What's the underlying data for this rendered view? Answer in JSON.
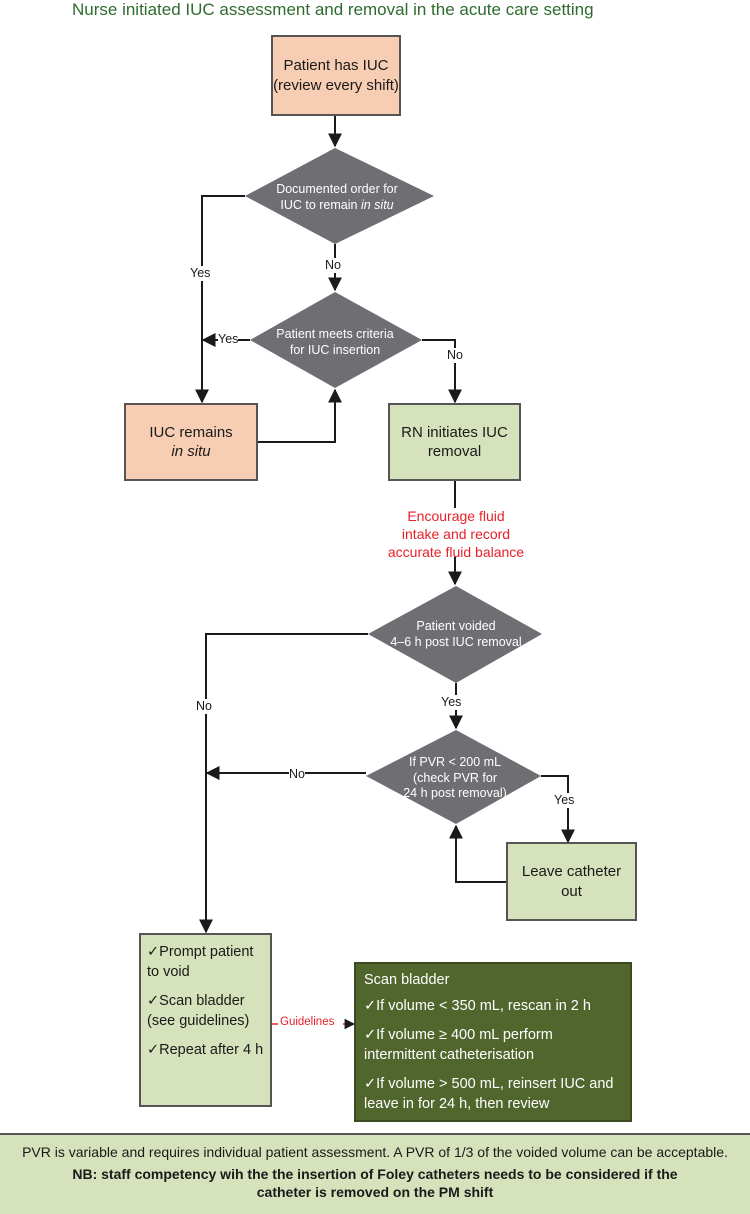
{
  "title": "Nurse initiated IUC assessment and removal in the acute care setting",
  "nodes": {
    "start": [
      "Patient has IUC",
      "(review every shift)"
    ],
    "documented_order": [
      "Documented order for",
      "IUC to remain ",
      "in situ"
    ],
    "meets_criteria": [
      "Patient meets criteria",
      "for IUC insertion"
    ],
    "iuc_remains": [
      "IUC remains",
      "in situ"
    ],
    "rn_removal": [
      "RN initiates IUC",
      "removal"
    ],
    "fluid_note": [
      "Encourage fluid",
      "intake and record",
      "accurate fluid balance"
    ],
    "voided": [
      "Patient voided",
      "4–6 h post IUC removal"
    ],
    "pvr_check": [
      "If PVR < 200 mL",
      "(check PVR for",
      "24 h  post removal)"
    ],
    "leave_out": [
      "Leave catheter",
      "out"
    ]
  },
  "prompt_list": [
    "✓Prompt patient to void",
    "✓Scan bladder (see guidelines)",
    "✓Repeat after 4 h"
  ],
  "scan_box": {
    "heading": "Scan bladder",
    "items": [
      "✓If volume < 350 mL, rescan in 2 h",
      "✓If volume ≥ 400 mL perform intermittent catheterisation",
      "✓If volume > 500 mL, reinsert IUC and leave in for 24 h, then review"
    ]
  },
  "edge_labels": {
    "yes_left": "Yes",
    "no_down": "No",
    "yes_criteria": "Yes",
    "no_criteria": "No",
    "no_voided": "No",
    "yes_voided": "Yes",
    "no_pvr": "No",
    "yes_pvr": "Yes",
    "guidelines": "Guidelines"
  },
  "footer": {
    "line1": "PVR is variable and requires individual patient assessment. A PVR of 1/3 of the voided volume can be acceptable.",
    "line2": "NB: staff competency wih the the insertion of Foley catheters needs to be considered if the catheter is removed on the PM shift"
  }
}
